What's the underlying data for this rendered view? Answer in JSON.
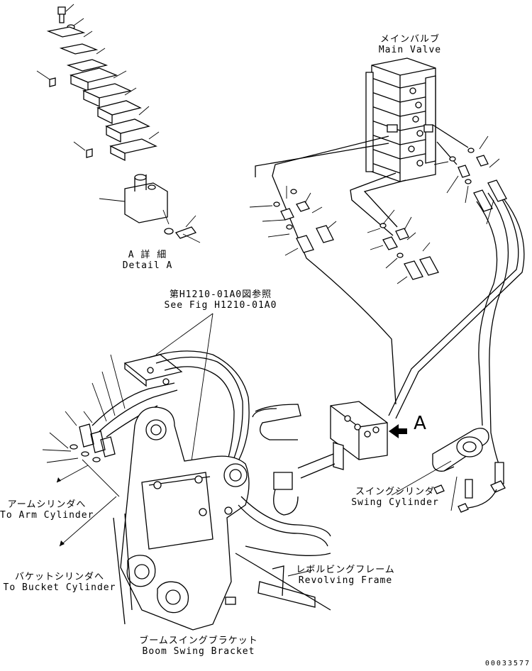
{
  "labels": {
    "main_valve": {
      "jp": "メインバルブ",
      "en": "Main Valve"
    },
    "detail_a": {
      "jp": "A 詳 細",
      "en": "Detail A"
    },
    "see_fig": {
      "jp": "第H1210-01A0図参照",
      "en": "See Fig H1210-01A0"
    },
    "to_arm": {
      "jp": "アームシリンダへ",
      "en": "To Arm Cylinder"
    },
    "to_bucket": {
      "jp": "バケットシリンダへ",
      "en": "To Bucket Cylinder"
    },
    "swing_cylinder": {
      "jp": "スイングシリンダ",
      "en": "Swing Cylinder"
    },
    "revolving_frame": {
      "jp": "レボルビングフレーム",
      "en": "Revolving Frame"
    },
    "boom_swing_bracket": {
      "jp": "ブームスイングブラケット",
      "en": "Boom Swing Bracket"
    },
    "view_marker": "A",
    "drawing_code": "00033577"
  }
}
